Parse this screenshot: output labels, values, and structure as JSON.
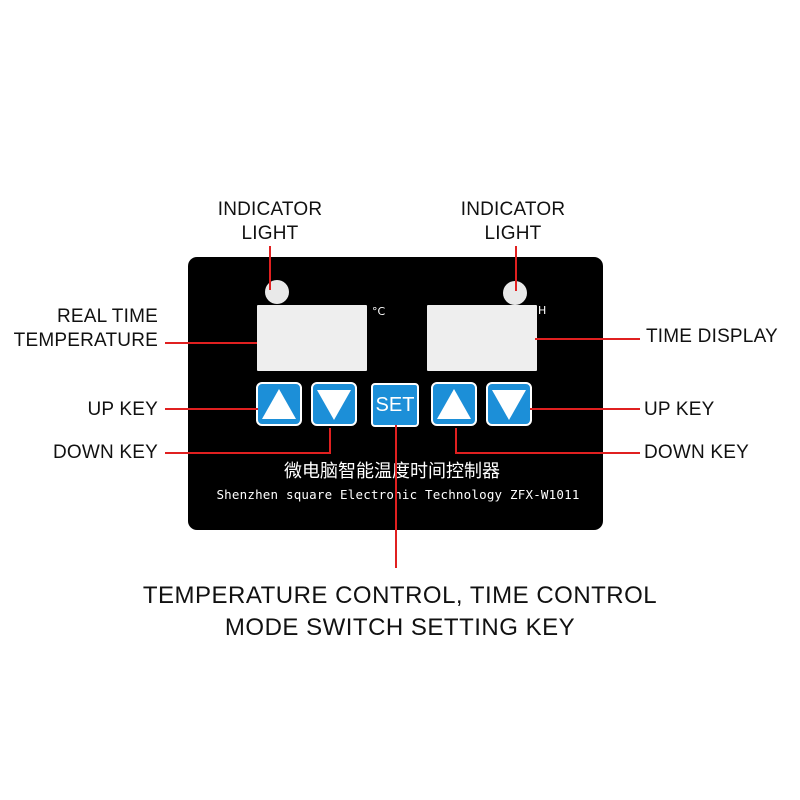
{
  "labels": {
    "indicator_left": [
      "INDICATOR",
      "LIGHT"
    ],
    "indicator_right": [
      "INDICATOR",
      "LIGHT"
    ],
    "real_time_temperature": [
      "REAL TIME",
      "TEMPERATURE"
    ],
    "time_display": "TIME DISPLAY",
    "up_key_left": "UP KEY",
    "down_key_left": "DOWN KEY",
    "up_key_right": "UP KEY",
    "down_key_right": "DOWN KEY",
    "set_key_desc": [
      "TEMPERATURE CONTROL, TIME CONTROL",
      "MODE SWITCH SETTING KEY"
    ]
  },
  "panel": {
    "unit_celsius": "°C",
    "unit_hour": "H",
    "set_label": "SET",
    "chinese_title": "微电脑智能温度时间控制器",
    "english_subtitle": "Shenzhen square Electronic Technology ZFX-W1011"
  },
  "colors": {
    "panel": "#000000",
    "key_blue": "#1c8fd8",
    "leader_line": "#e02020",
    "display": "#eeeeee"
  },
  "icons": {
    "up": "triangle-up-icon",
    "down": "triangle-down-icon"
  }
}
